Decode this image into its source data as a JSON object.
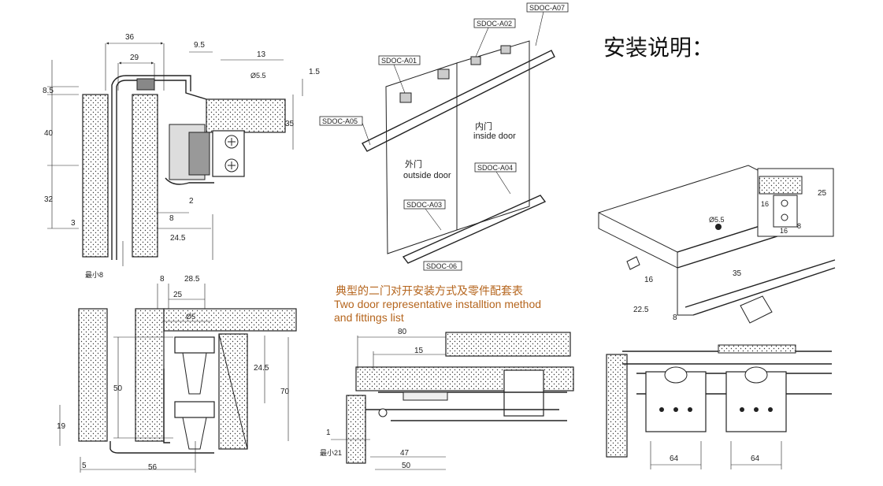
{
  "heading": "安装说明：",
  "caption": {
    "zh": "典型的二门对开安装方式及零件配套表",
    "en_line1": "Two door representative installtion method",
    "en_line2": "and fittings list"
  },
  "door_labels": {
    "inner_zh": "内门",
    "inner_en": "inside door",
    "outer_zh": "外门",
    "outer_en": "outside door"
  },
  "parts": [
    "SDOC-A01",
    "SDOC-A02",
    "SDOC-A03",
    "SDOC-A04",
    "SDOC-A05",
    "SDOC-06",
    "SDOC-A07"
  ],
  "dims_top_left": {
    "d36": "36",
    "d29": "29",
    "d9_5": "9.5",
    "d13": "13",
    "d5_5": "Ø5.5",
    "d1_5": "1.5",
    "d8_5": "8.5",
    "d40": "40",
    "d35": "35",
    "d32": "32",
    "d3": "3",
    "d2": "2",
    "d8": "8",
    "d24_5": "24.5",
    "min8": "最小8"
  },
  "dims_bottom_left": {
    "d8": "8",
    "d28_5": "28.5",
    "d25": "25",
    "d5": "Ø5",
    "d50": "50",
    "d24_5": "24.5",
    "d70": "70",
    "d19": "19",
    "d5b": "5",
    "d56": "56"
  },
  "dims_bottom_center": {
    "d80": "80",
    "d15": "15",
    "d1": "1",
    "min21": "最小21",
    "d47": "47",
    "d50": "50"
  },
  "dims_right": {
    "d5_5": "Ø5.5",
    "d16": "16",
    "d35": "35",
    "d22_5": "22.5",
    "d8": "8",
    "d64a": "64",
    "d64b": "64",
    "d25": "25",
    "d16b": "16",
    "d8b": "8",
    "d16c": "16"
  }
}
